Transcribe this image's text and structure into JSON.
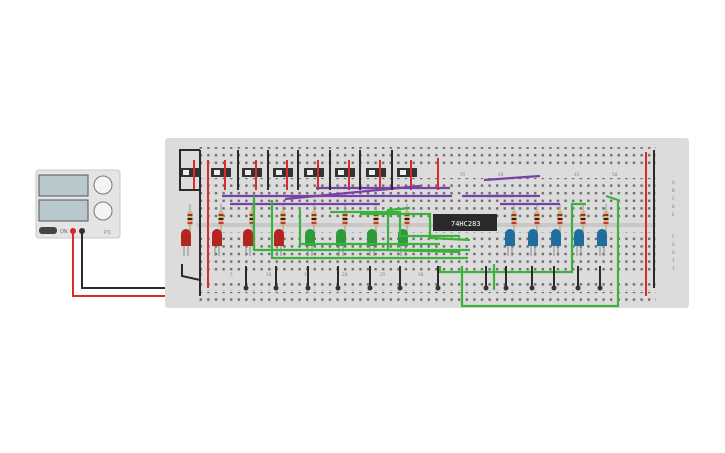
{
  "app": {
    "view": "breadboard-circuit-editor"
  },
  "power_supply": {
    "display_top": "",
    "display_bottom": "",
    "button_label": "ON",
    "brand": "PS"
  },
  "chip": {
    "label": "74HC283"
  },
  "breadboard": {
    "top_row_letters": [
      "A",
      "B",
      "C",
      "D",
      "E"
    ],
    "bottom_row_letters": [
      "F",
      "G",
      "H",
      "I",
      "J"
    ],
    "column_numbers": [
      "1",
      "5",
      "10",
      "15",
      "20",
      "25",
      "30",
      "35",
      "40",
      "45",
      "50"
    ]
  },
  "leds": {
    "red_count": 4,
    "green_count": 4,
    "blue_count": 5,
    "colors": {
      "red": "#b3261e",
      "green": "#2e9a3a",
      "blue": "#1f6e9c"
    }
  },
  "switches": {
    "count": 8
  },
  "wire_colors": {
    "red": "#d92b2b",
    "black": "#2a2a2a",
    "green": "#3bb33b",
    "purple": "#7b3fa8"
  }
}
